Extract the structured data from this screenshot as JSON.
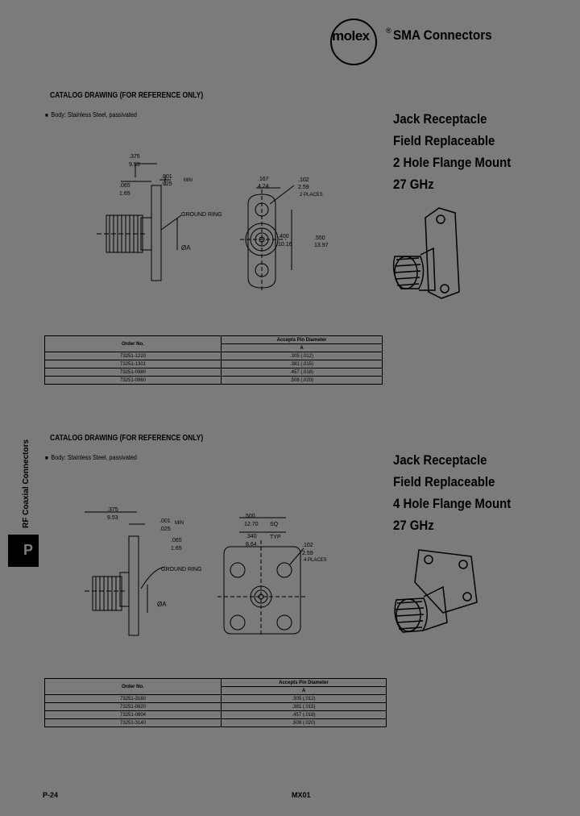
{
  "header": {
    "brand": "molex",
    "brand_mark": "®",
    "title": "SMA Connectors"
  },
  "sections": [
    {
      "title": "CATALOG DRAWING (FOR REFERENCE ONLY)",
      "bullet": "Body: Stainless Steel, passivated",
      "specs": [
        "Jack Receptacle",
        "Field Replaceable",
        "2 Hole Flange Mount",
        "27 GHz"
      ],
      "dims": {
        "d1": ".375",
        "d1b": "9.53",
        "d2": ".001",
        "d2b": ".025",
        "min": "MIN",
        "d3": ".065",
        "d3b": "1.65",
        "ground": "GROUND RING",
        "dia": "ØA",
        "d4": ".167",
        "d4b": "4.24",
        "d5": ".102",
        "d5b": "2.59",
        "places": "2 PLACES",
        "d6": ".400",
        "d6b": "10.16",
        "d7": ".550",
        "d7b": "13.97"
      },
      "table": {
        "col1": "Order No.",
        "col2": "Accepts Pin Diameter",
        "col2sub": "A",
        "rows": [
          [
            "73251-1220",
            ".305 (.012)"
          ],
          [
            "73251-1301",
            ".381 (.015)"
          ],
          [
            "73251-0980",
            ".457 (.018)"
          ],
          [
            "73251-0960",
            ".508 (.020)"
          ]
        ]
      }
    },
    {
      "title": "CATALOG DRAWING (FOR REFERENCE ONLY)",
      "bullet": "Body: Stainless Steel, passivated",
      "specs": [
        "Jack Receptacle",
        "Field Replaceable",
        "4 Hole Flange Mount",
        "27 GHz"
      ],
      "dims": {
        "d1": ".375",
        "d1b": "9.53",
        "d2": ".001",
        "d2b": ".025",
        "min": "MIN",
        "d3": ".065",
        "d3b": "1.65",
        "ground": "GROUND RING",
        "dia": "ØA",
        "d4": ".500",
        "d4b": "12.70",
        "sq": "SQ",
        "d5": ".340",
        "d5b": "8.64",
        "typ": "TYP",
        "d6": ".102",
        "d6b": "2.59",
        "places": "4 PLACES"
      },
      "table": {
        "col1": "Order No.",
        "col2": "Accepts Pin Diameter",
        "col2sub": "A",
        "rows": [
          [
            "73251-3160",
            ".305 (.012)"
          ],
          [
            "73251-0820",
            ".381 (.015)"
          ],
          [
            "73251-0804",
            ".457 (.018)"
          ],
          [
            "73251-3140",
            ".508 (.020)"
          ]
        ]
      }
    }
  ],
  "side_tab": {
    "letter": "P",
    "label": "RF Coaxial Connectors"
  },
  "footer": {
    "page": "P-24",
    "code": "MX01"
  }
}
